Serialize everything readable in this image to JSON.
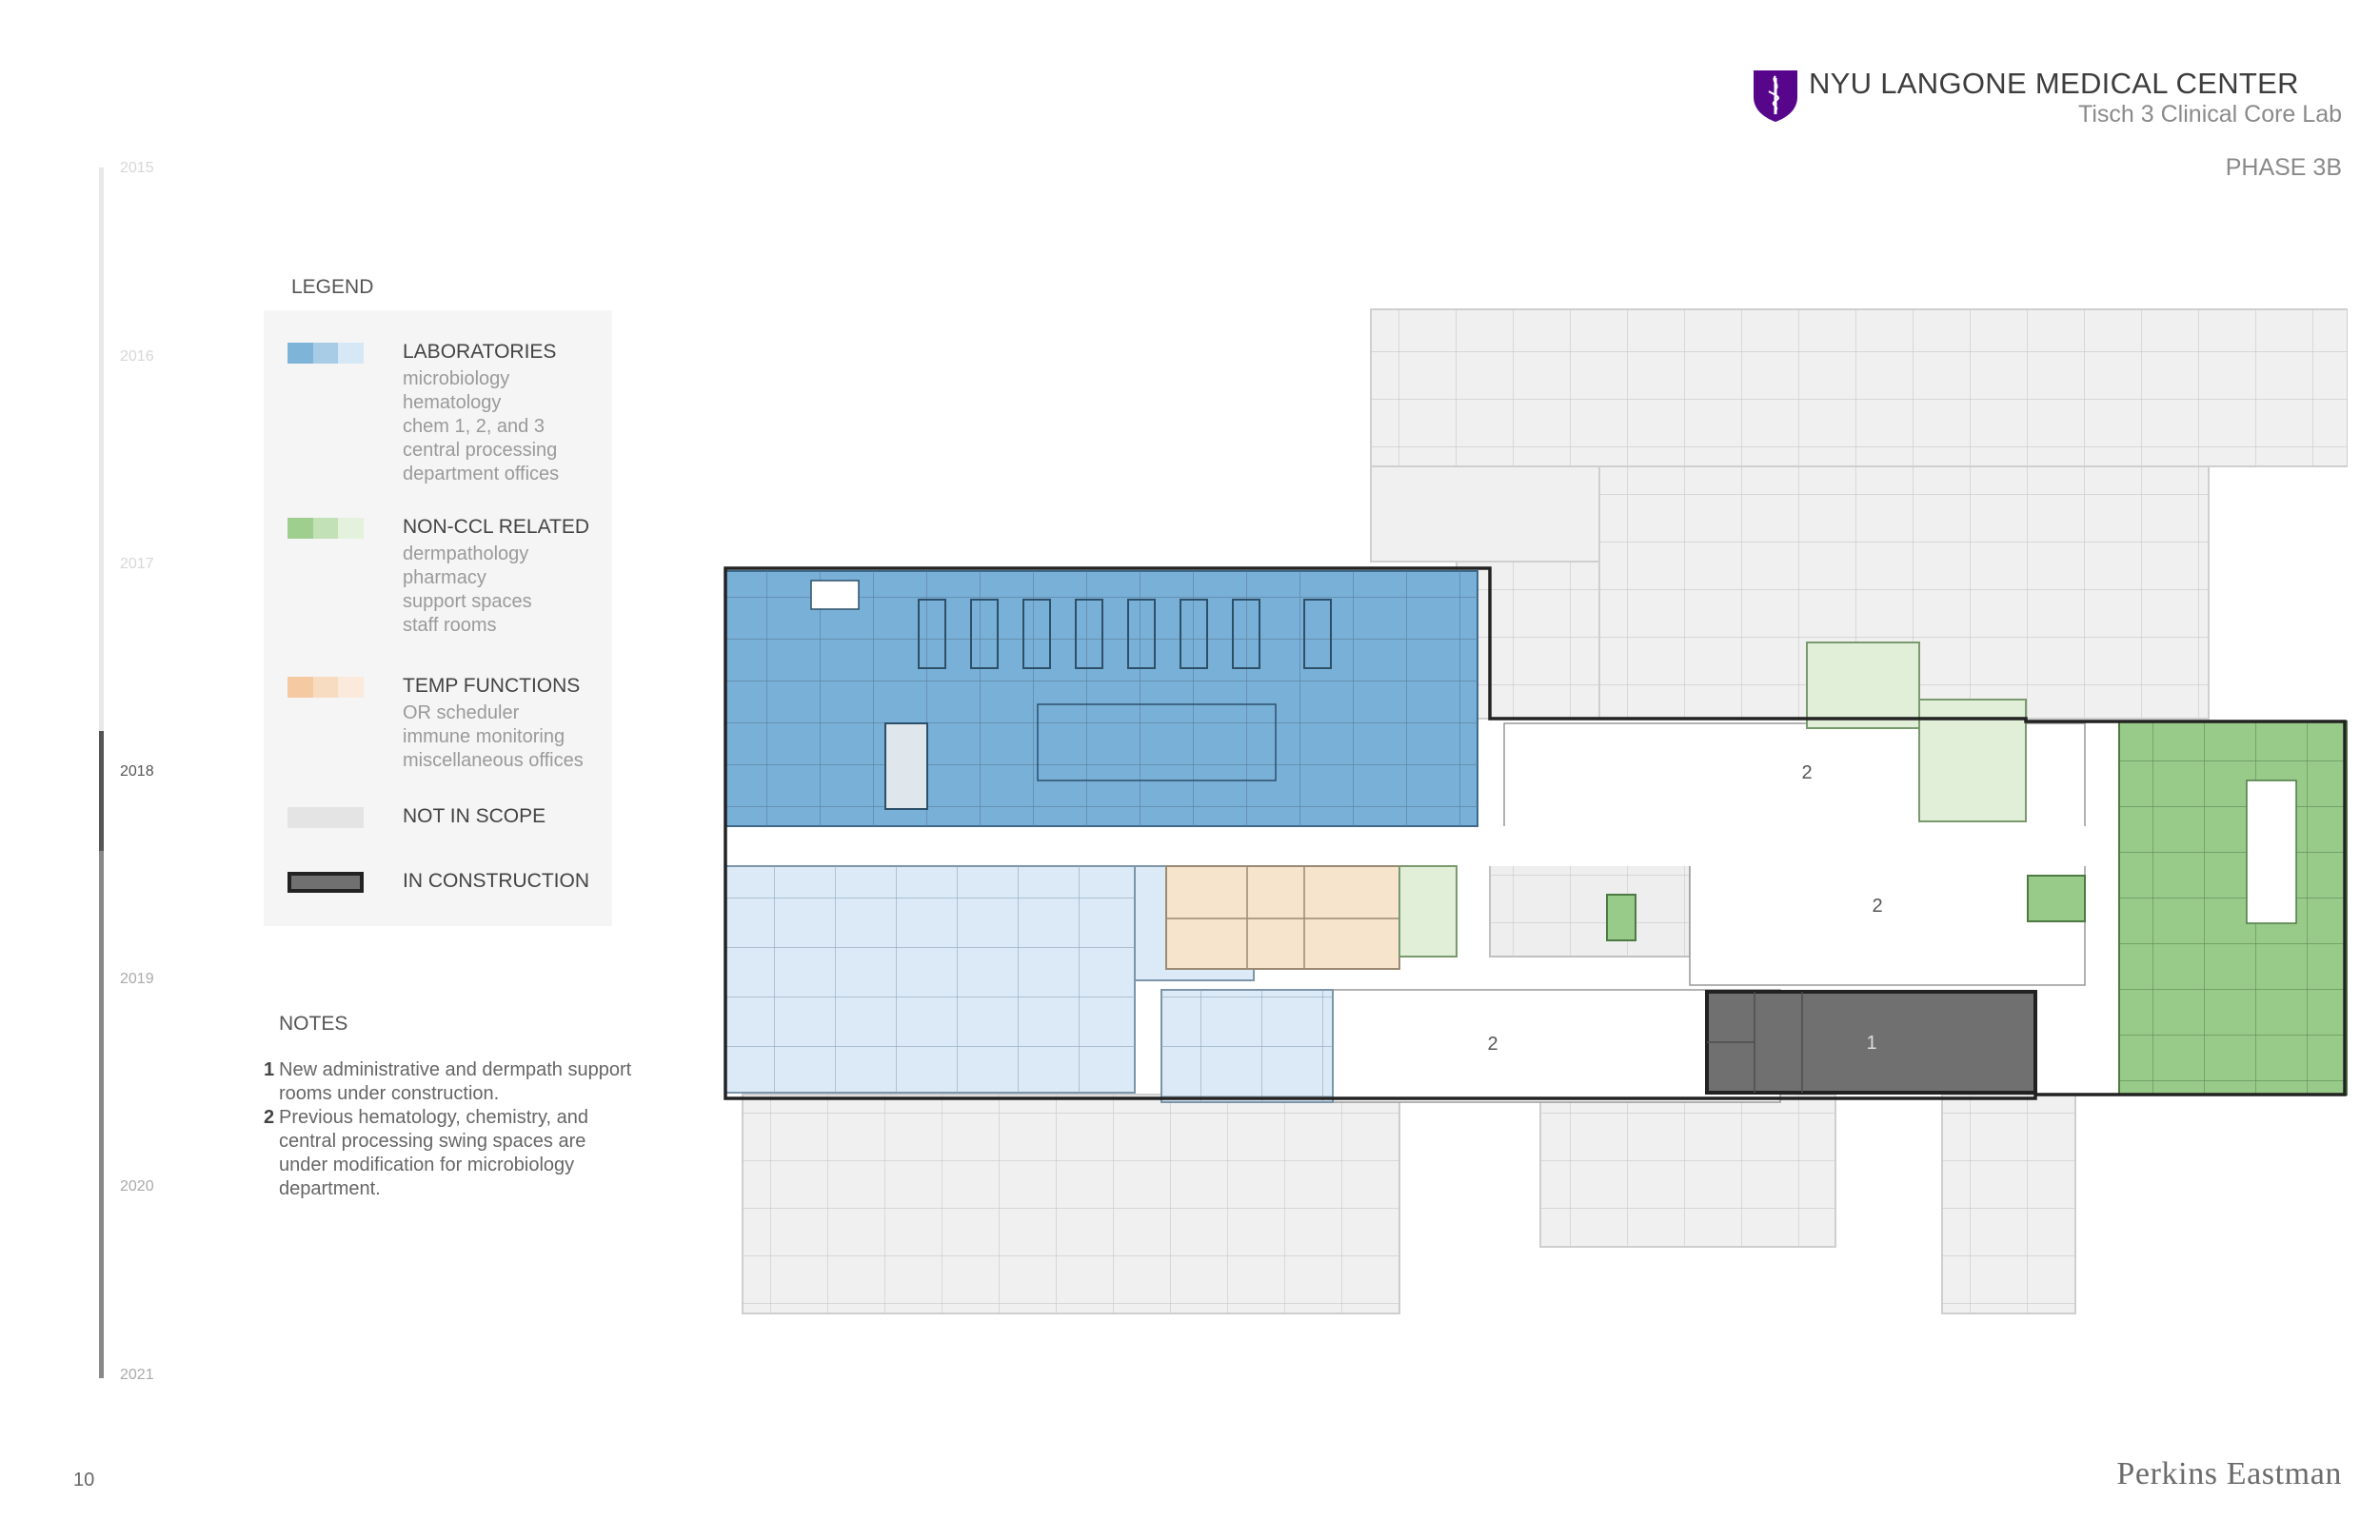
{
  "header": {
    "org_name": "NYU LANGONE MEDICAL CENTER",
    "project_name": "Tisch 3 Clinical Core Lab",
    "phase": "PHASE 3B",
    "logo_icon": "nyu-torch-shield-icon",
    "brand_color": "#57068c"
  },
  "timeline": {
    "years": [
      "2015",
      "2016",
      "2017",
      "2018",
      "2019",
      "2020",
      "2021"
    ],
    "current_year": "2018"
  },
  "legend": {
    "title": "LEGEND",
    "items": [
      {
        "label": "LABORATORIES",
        "subs": [
          "microbiology",
          "hematology",
          "chem 1, 2, and 3",
          "central processing",
          "department offices"
        ],
        "colors": [
          "#7fb4d9",
          "#a8cbe6",
          "#d6e8f5"
        ]
      },
      {
        "label": "NON-CCL RELATED",
        "subs": [
          "dermpathology",
          "pharmacy",
          "support spaces",
          "staff rooms"
        ],
        "colors": [
          "#9fcf8f",
          "#c3e1b7",
          "#e4f1dd"
        ]
      },
      {
        "label": "TEMP FUNCTIONS",
        "subs": [
          "OR scheduler",
          "immune monitoring",
          "miscellaneous offices"
        ],
        "colors": [
          "#f5c9a1",
          "#f8dcc2",
          "#fbeadb"
        ]
      },
      {
        "label": "NOT IN SCOPE",
        "subs": [],
        "colors": [
          "#e4e4e4"
        ]
      },
      {
        "label": "IN CONSTRUCTION",
        "subs": [],
        "colors": [
          "#707070"
        ]
      }
    ]
  },
  "notes": {
    "title": "NOTES",
    "items": [
      {
        "num": "1",
        "text": "New administrative and dermpath support rooms under construction."
      },
      {
        "num": "2",
        "text": "Previous hematology, chemistry, and central processing swing spaces are under modification for microbiology department."
      }
    ]
  },
  "plan": {
    "zone_labels": {
      "construction": "1",
      "swing_a": "2",
      "swing_b": "2",
      "swing_c": "2"
    },
    "colors": {
      "lab_dark": "#79b0d8",
      "lab_light": "#dbeaf6",
      "non_ccl_dark": "#98cb8a",
      "non_ccl_light": "#e1efd9",
      "temp": "#f6e4cd",
      "not_in_scope": "#f0f0f0",
      "construction": "#707070",
      "outline": "#222222"
    }
  },
  "footer": {
    "page_number": "10",
    "firm": "Perkins Eastman"
  }
}
